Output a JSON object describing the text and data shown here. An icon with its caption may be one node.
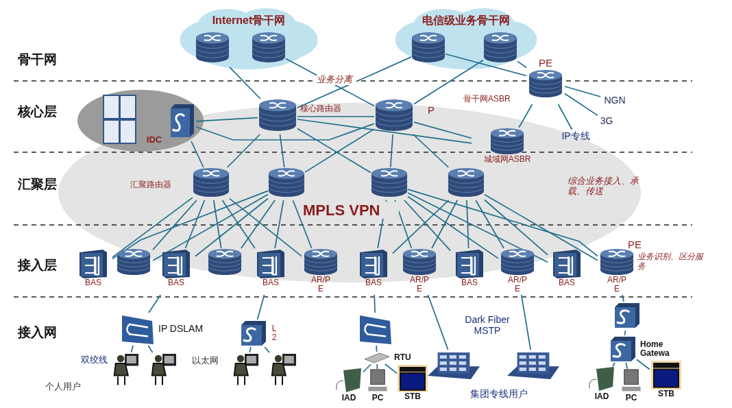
{
  "diagram": {
    "nodes": [
      {
        "text": [
          "Internet骨干网"
        ]
      },
      {
        "text": [
          "电信级业务骨干网"
        ]
      },
      {
        "text": [],
        "shape": "cylinder",
        "in": 0
      },
      {
        "text": [],
        "shape": "cylinder",
        "in": 0
      },
      {
        "text": [],
        "shape": "cylinder",
        "in": 1
      },
      {
        "text": [],
        "shape": "cylinder",
        "in": 1
      },
      {
        "text": [
          "PE"
        ],
        "beside": [
          "骨干网ASBR"
        ]
      },
      {
        "text": [
          "IDC"
        ]
      },
      {
        "text": [],
        "shape": "picture",
        "in": 7
      },
      {
        "text": [],
        "shape": "box",
        "in": 7
      },
      {
        "text": [],
        "shape": "cylinder",
        "beside": [
          "核心路由器"
        ]
      },
      {
        "text": [],
        "shape": "cylinder",
        "beside": [
          "P"
        ]
      },
      {
        "text": [
          "NGN"
        ]
      },
      {
        "text": [
          "3G"
        ]
      },
      {
        "text": [
          "IP专线"
        ]
      },
      {
        "text": [
          "城域网ASBR"
        ]
      },
      {
        "text": [],
        "shape": "cylinder",
        "beside": [
          "汇聚路由器"
        ]
      },
      {
        "text": [],
        "shape": "cylinder"
      },
      {
        "text": [],
        "shape": "cylinder"
      },
      {
        "text": [],
        "shape": "cylinder"
      },
      {
        "text": [
          "BAS"
        ]
      },
      {
        "text": [],
        "shape": "cylinder"
      },
      {
        "text": [
          "BAS"
        ]
      },
      {
        "text": [],
        "shape": "cylinder"
      },
      {
        "text": [
          "BAS"
        ]
      },
      {
        "text": [
          "AR/PE"
        ]
      },
      {
        "text": [
          "BAS"
        ]
      },
      {
        "text": [
          "AR/PE"
        ]
      },
      {
        "text": [
          "BAS"
        ]
      },
      {
        "text": [
          "AR/PE"
        ]
      },
      {
        "text": [
          "BAS"
        ]
      },
      {
        "text": [
          "AR/PE"
        ],
        "beside": [
          "PE",
          "业务识别、区分服务"
        ]
      },
      {
        "text": [
          "IP DSLAM"
        ]
      },
      {
        "text": [
          "L2"
        ]
      },
      {
        "text": [],
        "shape": "person"
      },
      {
        "text": [],
        "shape": "person"
      },
      {
        "text": [],
        "shape": "person"
      },
      {
        "text": [],
        "shape": "person"
      },
      {
        "text": [],
        "shape": "box"
      },
      {
        "text": [
          "RTU"
        ]
      },
      {
        "text": [
          "IAD"
        ]
      },
      {
        "text": [
          "PC"
        ]
      },
      {
        "text": [
          "STB"
        ]
      },
      {
        "text": [],
        "shape": "picture"
      },
      {
        "text": [],
        "shape": "picture"
      },
      {
        "text": [],
        "shape": "box"
      },
      {
        "text": [
          "Home Gatewa"
        ]
      },
      {
        "text": [
          "IAD"
        ]
      },
      {
        "text": [
          "PC"
        ]
      },
      {
        "text": [
          "STB"
        ]
      }
    ],
    "edges": [
      {
        "from": 2,
        "to": 10,
        "arrow": "none"
      },
      {
        "from": 3,
        "to": 11,
        "arrow": "none"
      },
      {
        "from": 4,
        "to": 10,
        "arrow": "none"
      },
      {
        "from": 4,
        "to": 6,
        "arrow": "none"
      },
      {
        "from": 5,
        "to": 11,
        "arrow": "none"
      },
      {
        "from": 5,
        "to": 6,
        "arrow": "none"
      },
      {
        "from": 9,
        "to": 10,
        "arrow": "none"
      },
      {
        "from": 9,
        "to": 11,
        "arrow": "none"
      },
      {
        "from": 10,
        "to": 11,
        "arrow": "none"
      },
      {
        "from": 11,
        "to": 15,
        "arrow": "none"
      },
      {
        "from": 10,
        "to": 15,
        "arrow": "none"
      },
      {
        "from": 6,
        "to": 15,
        "arrow": "none"
      },
      {
        "from": 6,
        "to": 12,
        "arrow": "none"
      },
      {
        "from": 6,
        "to": 13,
        "arrow": "none"
      },
      {
        "from": 6,
        "to": 14,
        "arrow": "none"
      },
      {
        "from": 10,
        "to": 16,
        "arrow": "none"
      },
      {
        "from": 10,
        "to": 17,
        "arrow": "none"
      },
      {
        "from": 10,
        "to": 18,
        "arrow": "none"
      },
      {
        "from": 11,
        "to": 17,
        "arrow": "none"
      },
      {
        "from": 11,
        "to": 18,
        "arrow": "none"
      },
      {
        "from": 11,
        "to": 19,
        "arrow": "none"
      },
      {
        "from": 9,
        "to": 16,
        "arrow": "none"
      },
      {
        "from": 16,
        "to": 20,
        "arrow": "none"
      },
      {
        "from": 16,
        "to": 21,
        "arrow": "none"
      },
      {
        "from": 16,
        "to": 22,
        "arrow": "none"
      },
      {
        "from": 16,
        "to": 23,
        "arrow": "none"
      },
      {
        "from": 16,
        "to": 24,
        "arrow": "none"
      },
      {
        "from": 16,
        "to": 25,
        "arrow": "none"
      },
      {
        "from": 17,
        "to": 20,
        "arrow": "none"
      },
      {
        "from": 17,
        "to": 21,
        "arrow": "none"
      },
      {
        "from": 17,
        "to": 22,
        "arrow": "none"
      },
      {
        "from": 17,
        "to": 23,
        "arrow": "none"
      },
      {
        "from": 17,
        "to": 24,
        "arrow": "none"
      },
      {
        "from": 17,
        "to": 25,
        "arrow": "none"
      },
      {
        "from": 18,
        "to": 26,
        "arrow": "none"
      },
      {
        "from": 18,
        "to": 27,
        "arrow": "none"
      },
      {
        "from": 18,
        "to": 28,
        "arrow": "none"
      },
      {
        "from": 18,
        "to": 29,
        "arrow": "none"
      },
      {
        "from": 18,
        "to": 30,
        "arrow": "none"
      },
      {
        "from": 18,
        "to": 31,
        "arrow": "none"
      },
      {
        "from": 19,
        "to": 26,
        "arrow": "none"
      },
      {
        "from": 19,
        "to": 27,
        "arrow": "none"
      },
      {
        "from": 19,
        "to": 28,
        "arrow": "none"
      },
      {
        "from": 19,
        "to": 29,
        "arrow": "none"
      },
      {
        "from": 19,
        "to": 30,
        "arrow": "none"
      },
      {
        "from": 19,
        "to": 31,
        "arrow": "none"
      },
      {
        "from": 22,
        "to": 32,
        "arrow": "none"
      },
      {
        "from": 24,
        "to": 33,
        "arrow": "none"
      },
      {
        "from": 26,
        "to": 38,
        "arrow": "none"
      },
      {
        "from": 27,
        "to": 43,
        "arrow": "none"
      },
      {
        "from": 29,
        "to": 44,
        "arrow": "none"
      },
      {
        "from": 31,
        "to": 45,
        "arrow": "none"
      },
      {
        "from": 32,
        "to": 34,
        "arrow": "none"
      },
      {
        "from": 32,
        "to": 35,
        "arrow": "none"
      },
      {
        "from": 33,
        "to": 36,
        "arrow": "none"
      },
      {
        "from": 33,
        "to": 37,
        "arrow": "none"
      },
      {
        "from": 38,
        "to": 39,
        "arrow": "none"
      },
      {
        "from": 39,
        "to": 40,
        "arrow": "none"
      },
      {
        "from": 39,
        "to": 41,
        "arrow": "none"
      },
      {
        "from": 39,
        "to": 42,
        "arrow": "none"
      },
      {
        "from": 45,
        "to": 46,
        "arrow": "none"
      },
      {
        "from": 46,
        "to": 47,
        "arrow": "none"
      },
      {
        "from": 46,
        "to": 48,
        "arrow": "none"
      },
      {
        "from": 46,
        "to": 49,
        "arrow": "none"
      }
    ],
    "labels": [
      "骨干网",
      "核心层",
      "汇聚层",
      "接入层",
      "接入网",
      "业务分离",
      "综合业务接入、承载、传送",
      "MPLS VPN",
      "双绞线",
      "以太网",
      "个人用户",
      "Dark Fiber MSTP",
      "集团专线用户"
    ]
  }
}
